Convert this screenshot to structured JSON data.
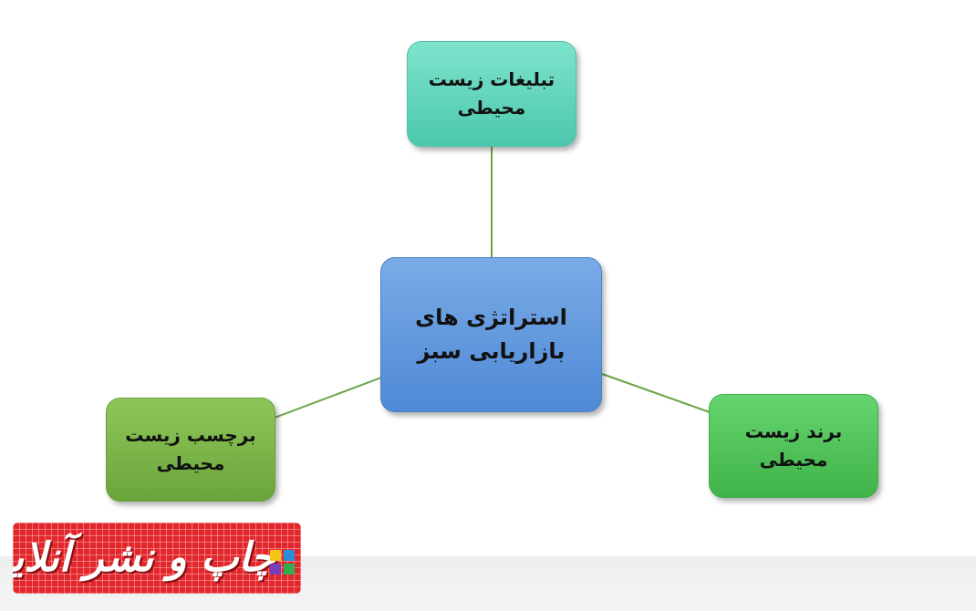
{
  "nodes": {
    "top": {
      "label": "تبلیغات زیست\nمحیطی"
    },
    "center": {
      "label": "استراتژی های\nبازاریابی سبز"
    },
    "left": {
      "label": "برچسب زیست\nمحیطی"
    },
    "right": {
      "label": "برند زیست\nمحیطی"
    }
  },
  "connector_color": "#6aa446",
  "logo": {
    "text": "چاپ و نشر آنلاین",
    "background_color": "#e3262b",
    "square_colors": [
      "#f3c316",
      "#2a8fd6",
      "#7a3fb8",
      "#2fae4b"
    ]
  }
}
